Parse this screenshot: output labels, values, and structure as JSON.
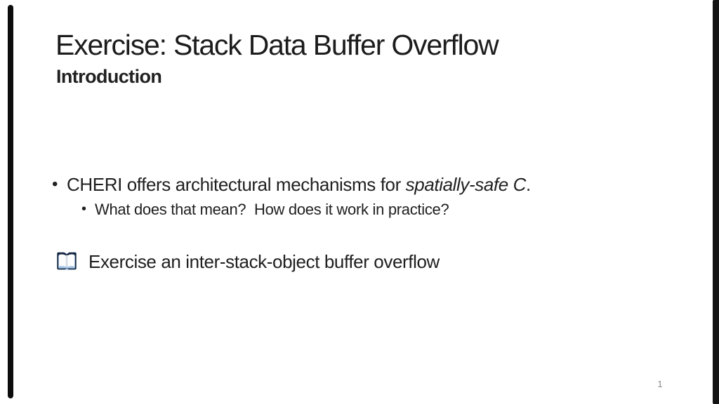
{
  "slide": {
    "title": "Exercise: Stack Data Buffer Overflow",
    "subtitle": "Introduction",
    "bullet_char": "•",
    "bullet1": {
      "prefix": "CHERI offers architectural mechanisms for ",
      "emphasis": "spatially-safe C",
      "suffix": "."
    },
    "bullet2": "What does that mean?  How does it work in practice?",
    "exercise": {
      "icon": "open-book-icon",
      "text": "Exercise an inter-stack-object buffer overflow"
    },
    "page_number": "1"
  },
  "colors": {
    "text": "#1f1f1f",
    "page_number": "#8a8a8a",
    "pen_annotation": "#0c0c0c",
    "book_outline": "#132742",
    "book_page": "#fdfdfd",
    "book_accent": "#a9c9e8"
  }
}
